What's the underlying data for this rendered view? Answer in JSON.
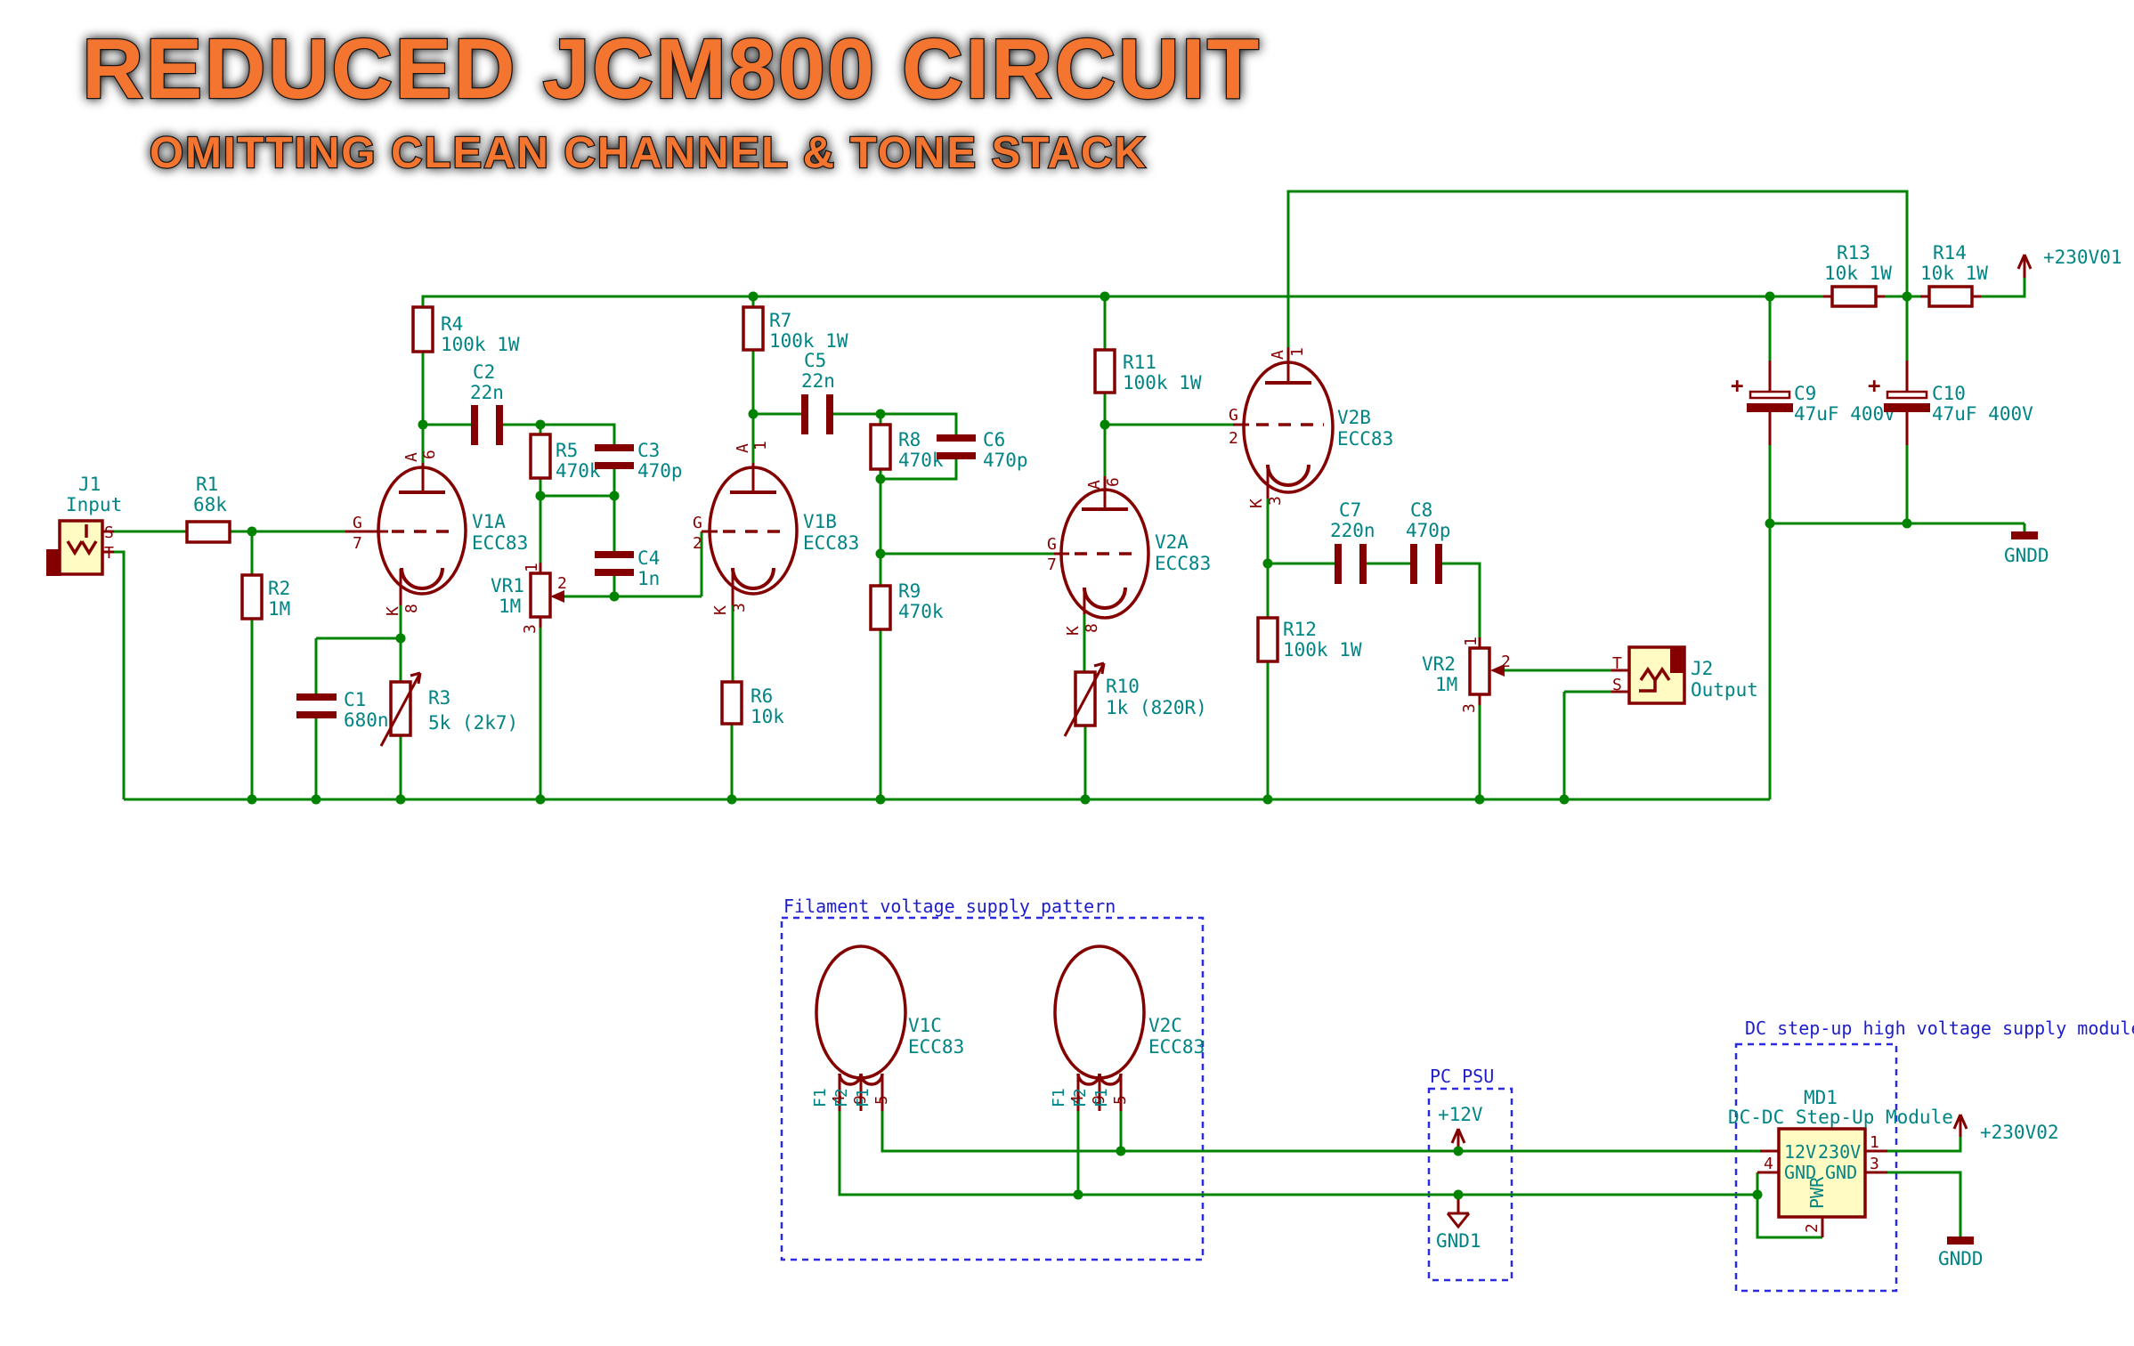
{
  "title": {
    "main": "REDUCED JCM800 CIRCUIT",
    "sub": "OMITTING CLEAN CHANNEL & TONE STACK"
  },
  "notes": {
    "filament": "Filament voltage supply pattern",
    "pc_psu": "PC PSU",
    "step_up": "DC step-up high voltage supply module"
  },
  "power": {
    "v230_01": "+230V01",
    "v230_02": "+230V02",
    "v12": "+12V",
    "gnd1": "GND1",
    "gndd_main": "GNDD",
    "gndd_psu": "GNDD"
  },
  "colors": {
    "wire_green": "#008400",
    "component_dark_red": "#840000",
    "label_teal": "#008484",
    "note_blue": "#1d1dcc",
    "fill_yellow": "#fffbc2",
    "title_orange": "#f4752f"
  },
  "components": {
    "J1": {
      "ref": "J1",
      "value": "Input",
      "pin_s": "S",
      "pin_t": "T"
    },
    "J2": {
      "ref": "J2",
      "value": "Output",
      "pin_t": "T",
      "pin_s": "S"
    },
    "R1": {
      "ref": "R1",
      "value": "68k"
    },
    "R2": {
      "ref": "R2",
      "value": "1M"
    },
    "R3": {
      "ref": "R3",
      "value": "5k (2k7)"
    },
    "R4": {
      "ref": "R4",
      "value": "100k 1W"
    },
    "R5": {
      "ref": "R5",
      "value": "470k"
    },
    "R6": {
      "ref": "R6",
      "value": "10k"
    },
    "R7": {
      "ref": "R7",
      "value": "100k 1W"
    },
    "R8": {
      "ref": "R8",
      "value": "470k"
    },
    "R9": {
      "ref": "R9",
      "value": "470k"
    },
    "R10": {
      "ref": "R10",
      "value": "1k (820R)"
    },
    "R11": {
      "ref": "R11",
      "value": "100k 1W"
    },
    "R12": {
      "ref": "R12",
      "value": "100k 1W"
    },
    "R13": {
      "ref": "R13",
      "value": "10k 1W"
    },
    "R14": {
      "ref": "R14",
      "value": "10k 1W"
    },
    "C1": {
      "ref": "C1",
      "value": "680n"
    },
    "C2": {
      "ref": "C2",
      "value": "22n"
    },
    "C3": {
      "ref": "C3",
      "value": "470p"
    },
    "C4": {
      "ref": "C4",
      "value": "1n"
    },
    "C5": {
      "ref": "C5",
      "value": "22n"
    },
    "C6": {
      "ref": "C6",
      "value": "470p"
    },
    "C7": {
      "ref": "C7",
      "value": "220n"
    },
    "C8": {
      "ref": "C8",
      "value": "470p"
    },
    "C9": {
      "ref": "C9",
      "value": "47uF 400V",
      "polarity": "+"
    },
    "C10": {
      "ref": "C10",
      "value": "47uF 400V",
      "polarity": "+"
    },
    "VR1": {
      "ref": "VR1",
      "value": "1M",
      "p1": "1",
      "p2": "2",
      "p3": "3"
    },
    "VR2": {
      "ref": "VR2",
      "value": "1M",
      "p1": "1",
      "p2": "2",
      "p3": "3"
    },
    "V1A": {
      "ref": "V1A",
      "value": "ECC83",
      "pin_a": "A",
      "pin_a_num": "6",
      "pin_g": "G",
      "pin_g_num": "7",
      "pin_k": "K",
      "pin_k_num": "8"
    },
    "V1B": {
      "ref": "V1B",
      "value": "ECC83",
      "pin_a": "A",
      "pin_a_num": "1",
      "pin_g": "G",
      "pin_g_num": "2",
      "pin_k": "K",
      "pin_k_num": "3"
    },
    "V2A": {
      "ref": "V2A",
      "value": "ECC83",
      "pin_a": "A",
      "pin_a_num": "6",
      "pin_g": "G",
      "pin_g_num": "7",
      "pin_k": "K",
      "pin_k_num": "8"
    },
    "V2B": {
      "ref": "V2B",
      "value": "ECC83",
      "pin_a": "A",
      "pin_a_num": "1",
      "pin_g": "G",
      "pin_g_num": "2",
      "pin_k": "K",
      "pin_k_num": "3"
    },
    "V1C": {
      "ref": "V1C",
      "value": "ECC83",
      "p1_name": "F1",
      "p1_num": "4",
      "p2_name": "F2",
      "p2_num": "9",
      "p3_name": "F1",
      "p3_num": "5"
    },
    "V2C": {
      "ref": "V2C",
      "value": "ECC83",
      "p1_name": "F1",
      "p1_num": "4",
      "p2_name": "F2",
      "p2_num": "9",
      "p3_name": "F1",
      "p3_num": "5"
    },
    "MD1": {
      "ref": "MD1",
      "value": "DC-DC Step-Up Module",
      "in_label": "12V",
      "out_label": "230V",
      "gnd_left": "GND",
      "gnd_right": "GND",
      "pwr": "PWR",
      "p1": "1",
      "p2": "2",
      "p3": "3",
      "p4": "4"
    }
  }
}
